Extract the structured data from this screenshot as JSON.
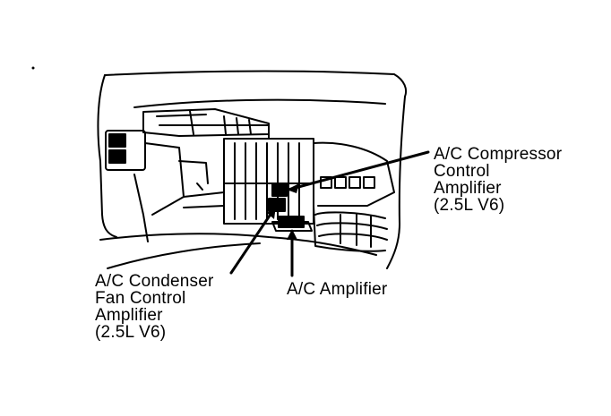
{
  "labels": {
    "compressor": [
      "A/C Compressor",
      "Control",
      "Amplifier",
      "(2.5L V6)"
    ],
    "condenser": [
      "A/C Condenser",
      "Fan Control",
      "Amplifier",
      "(2.5L V6)"
    ],
    "amplifier": [
      "A/C Amplifier"
    ]
  },
  "colors": {
    "ink": "#000000",
    "paper": "#ffffff"
  }
}
